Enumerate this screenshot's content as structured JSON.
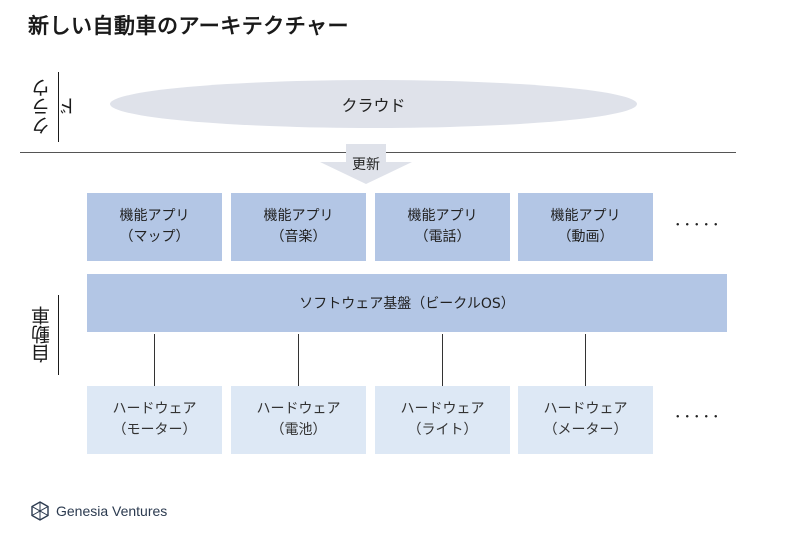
{
  "title": "新しい自動車のアーキテクチャー",
  "side_labels": {
    "cloud": "クラウド",
    "car": "自動車"
  },
  "cloud": {
    "label": "クラウド"
  },
  "update_arrow": {
    "label": "更新"
  },
  "function_apps": [
    {
      "line1": "機能アプリ",
      "line2": "（マップ）"
    },
    {
      "line1": "機能アプリ",
      "line2": "（音楽）"
    },
    {
      "line1": "機能アプリ",
      "line2": "（電話）"
    },
    {
      "line1": "機能アプリ",
      "line2": "（動画）"
    }
  ],
  "function_more": "･････",
  "platform": {
    "label": "ソフトウェア基盤（ビークルOS）"
  },
  "hardware": [
    {
      "line1": "ハードウェア",
      "line2": "（モーター）"
    },
    {
      "line1": "ハードウェア",
      "line2": "（電池）"
    },
    {
      "line1": "ハードウェア",
      "line2": "（ライト）"
    },
    {
      "line1": "ハードウェア",
      "line2": "（メーター）"
    }
  ],
  "hardware_more": "･････",
  "logo": {
    "text": "Genesia Ventures"
  },
  "colors": {
    "app_box": "#b3c6e5",
    "hw_box": "#dde8f5",
    "cloud": "#dfe2ea",
    "arrow": "#dfe2ea"
  }
}
